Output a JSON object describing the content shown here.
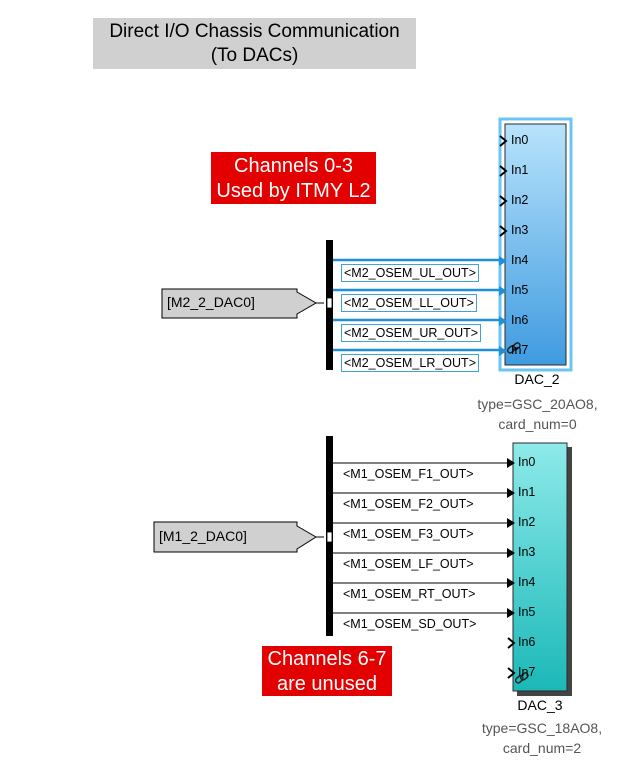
{
  "title": {
    "line1": "Direct I/O Chassis Communication",
    "line2": "(To DACs)"
  },
  "annotations": {
    "top_note": {
      "line1": "Channels 0-3",
      "line2": "Used by ITMY L2"
    },
    "bottom_note": {
      "line1": "Channels 6-7",
      "line2": "are unused"
    }
  },
  "blocks": {
    "from_top": {
      "label": "[M2_2_DAC0]"
    },
    "from_bottom": {
      "label": "[M1_2_DAC0]"
    },
    "dac_top": {
      "name": "DAC_2",
      "param1": "type=GSC_20AO8,",
      "param2": "card_num=0",
      "ports": [
        "In0",
        "In1",
        "In2",
        "In3",
        "In4",
        "In5",
        "In6",
        "In7"
      ],
      "color": "#7fc8f5"
    },
    "dac_bottom": {
      "name": "DAC_3",
      "param1": "type=GSC_18AO8,",
      "param2": "card_num=2",
      "ports": [
        "In0",
        "In1",
        "In2",
        "In3",
        "In4",
        "In5",
        "In6",
        "In7"
      ],
      "color": "#3fd3d3"
    }
  },
  "signals": {
    "top": [
      "<M2_OSEM_UL_OUT>",
      "<M2_OSEM_LL_OUT>",
      "<M2_OSEM_UR_OUT>",
      "<M2_OSEM_LR_OUT>"
    ],
    "bottom": [
      "<M1_OSEM_F1_OUT>",
      "<M1_OSEM_F2_OUT>",
      "<M1_OSEM_F3_OUT>",
      "<M1_OSEM_LF_OUT>",
      "<M1_OSEM_RT_OUT>",
      "<M1_OSEM_SD_OUT>"
    ]
  },
  "colors": {
    "annotation_bg": "#e30000",
    "title_bg": "#d0d0d0",
    "highlight_wire": "#1f8fd6"
  }
}
